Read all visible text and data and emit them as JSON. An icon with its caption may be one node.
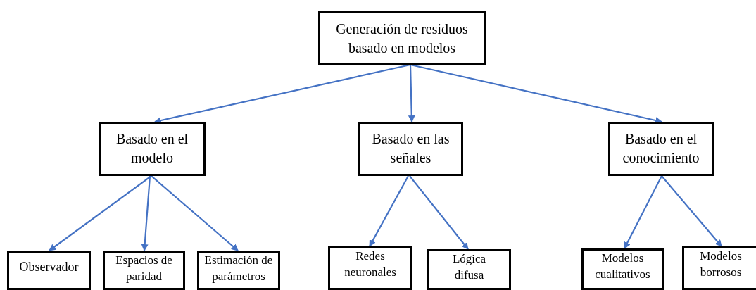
{
  "diagram": {
    "nodes": [
      {
        "text": [
          "Generación de residuos basado en modelos"
        ]
      },
      {
        "text": [
          "Basado en el modelo"
        ]
      },
      {
        "text": [
          "Basado en las señales"
        ]
      },
      {
        "text": [
          "Basado en el conocimiento"
        ]
      },
      {
        "text": [
          "Observador"
        ]
      },
      {
        "text": [
          "Espacios de paridad"
        ]
      },
      {
        "text": [
          "Estimación de parámetros"
        ]
      },
      {
        "text": [
          "Redes neuronales"
        ]
      },
      {
        "text": [
          "Lógica difusa"
        ]
      },
      {
        "text": [
          "Modelos cualitativos"
        ]
      },
      {
        "text": [
          "Modelos borrosos"
        ]
      }
    ],
    "edges": [
      {
        "from": 0,
        "to": 1,
        "arrow": "to"
      },
      {
        "from": 0,
        "to": 2,
        "arrow": "to"
      },
      {
        "from": 0,
        "to": 3,
        "arrow": "to"
      },
      {
        "from": 1,
        "to": 4,
        "arrow": "to"
      },
      {
        "from": 1,
        "to": 5,
        "arrow": "to"
      },
      {
        "from": 1,
        "to": 6,
        "arrow": "to"
      },
      {
        "from": 2,
        "to": 7,
        "arrow": "to"
      },
      {
        "from": 2,
        "to": 8,
        "arrow": "to"
      },
      {
        "from": 3,
        "to": 9,
        "arrow": "to"
      },
      {
        "from": 3,
        "to": 10,
        "arrow": "to"
      }
    ]
  }
}
